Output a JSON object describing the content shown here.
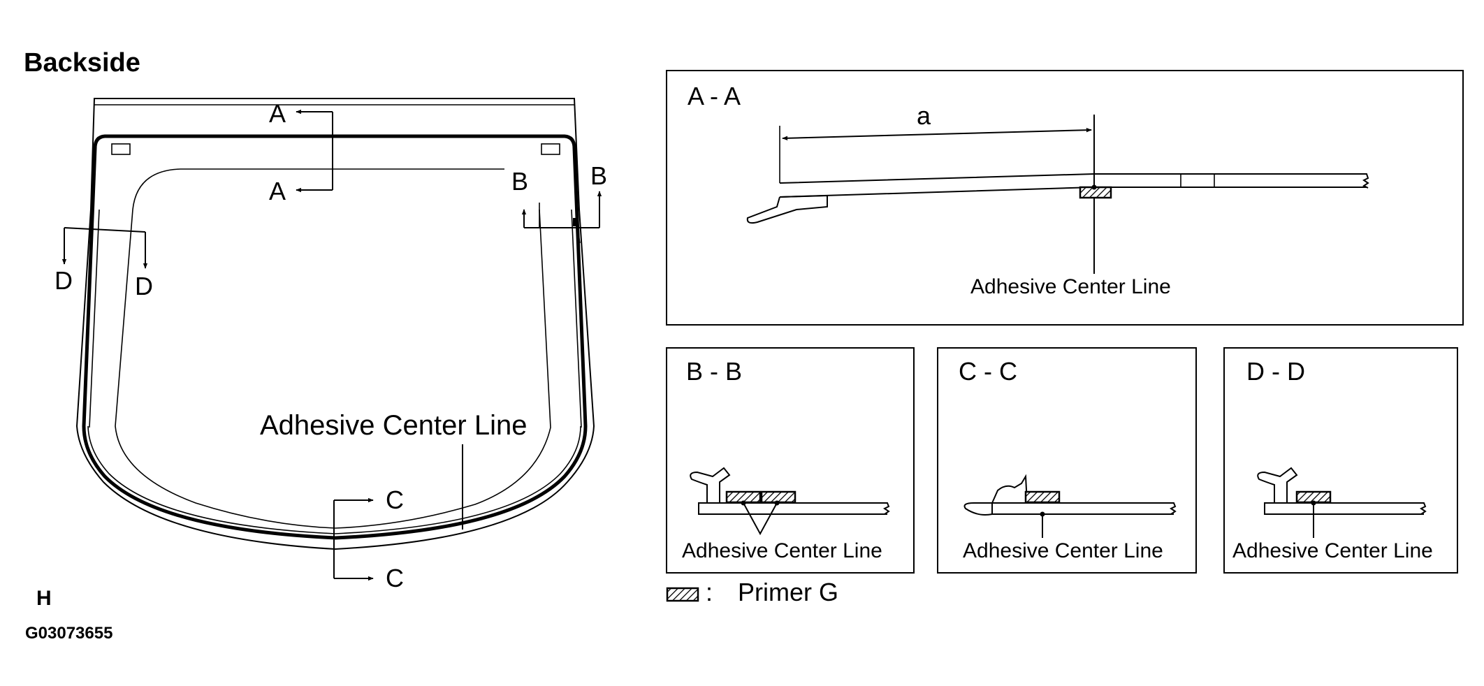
{
  "header": {
    "title": "Backside"
  },
  "main_view": {
    "adhesive_label": "Adhesive Center Line",
    "section_marks": {
      "a": "A",
      "b": "B",
      "c": "C",
      "d": "D"
    }
  },
  "section_aa": {
    "title": "A  -  A",
    "dimension_label": "a",
    "adhesive_label": "Adhesive Center Line"
  },
  "section_bb": {
    "title": "B  -  B",
    "adhesive_label": "Adhesive Center Line"
  },
  "section_cc": {
    "title": "C  -  C",
    "adhesive_label": "Adhesive Center Line"
  },
  "section_dd": {
    "title": "D  -  D",
    "adhesive_label": "Adhesive Center Line"
  },
  "legend": {
    "symbol_suffix": ":",
    "label": "Primer G"
  },
  "footer": {
    "view_code": "H",
    "figure_id": "G03073655"
  }
}
